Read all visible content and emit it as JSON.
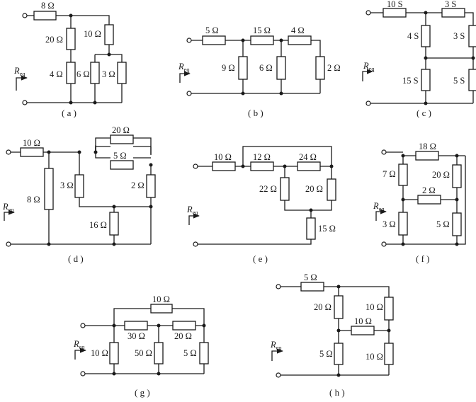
{
  "req": {
    "main": "R",
    "sub": "eq"
  },
  "a": {
    "caption": "( a )",
    "labels": [
      "8 Ω",
      "20 Ω",
      "10 Ω",
      "4 Ω",
      "6 Ω",
      "3 Ω"
    ]
  },
  "b": {
    "caption": "( b )",
    "labels": [
      "5 Ω",
      "15 Ω",
      "4 Ω",
      "9 Ω",
      "6 Ω",
      "2 Ω"
    ]
  },
  "c": {
    "caption": "( c )",
    "labels": [
      "10 S",
      "3 S",
      "4 S",
      "3 S",
      "15 S",
      "5 S"
    ]
  },
  "d": {
    "caption": "( d )",
    "labels": [
      "10 Ω",
      "20 Ω",
      "5 Ω",
      "3 Ω",
      "2 Ω",
      "8 Ω",
      "16 Ω"
    ]
  },
  "e": {
    "caption": "( e )",
    "labels": [
      "10 Ω",
      "12 Ω",
      "24 Ω",
      "22 Ω",
      "20 Ω",
      "15 Ω"
    ]
  },
  "f": {
    "caption": "( f )",
    "labels": [
      "18 Ω",
      "7 Ω",
      "20 Ω",
      "2 Ω",
      "3 Ω",
      "5 Ω"
    ]
  },
  "g": {
    "caption": "( g )",
    "labels": [
      "10 Ω",
      "30 Ω",
      "20 Ω",
      "10 Ω",
      "50 Ω",
      "5 Ω"
    ]
  },
  "h": {
    "caption": "( h )",
    "labels": [
      "5 Ω",
      "20 Ω",
      "10 Ω",
      "10 Ω",
      "5 Ω",
      "10 Ω"
    ]
  }
}
